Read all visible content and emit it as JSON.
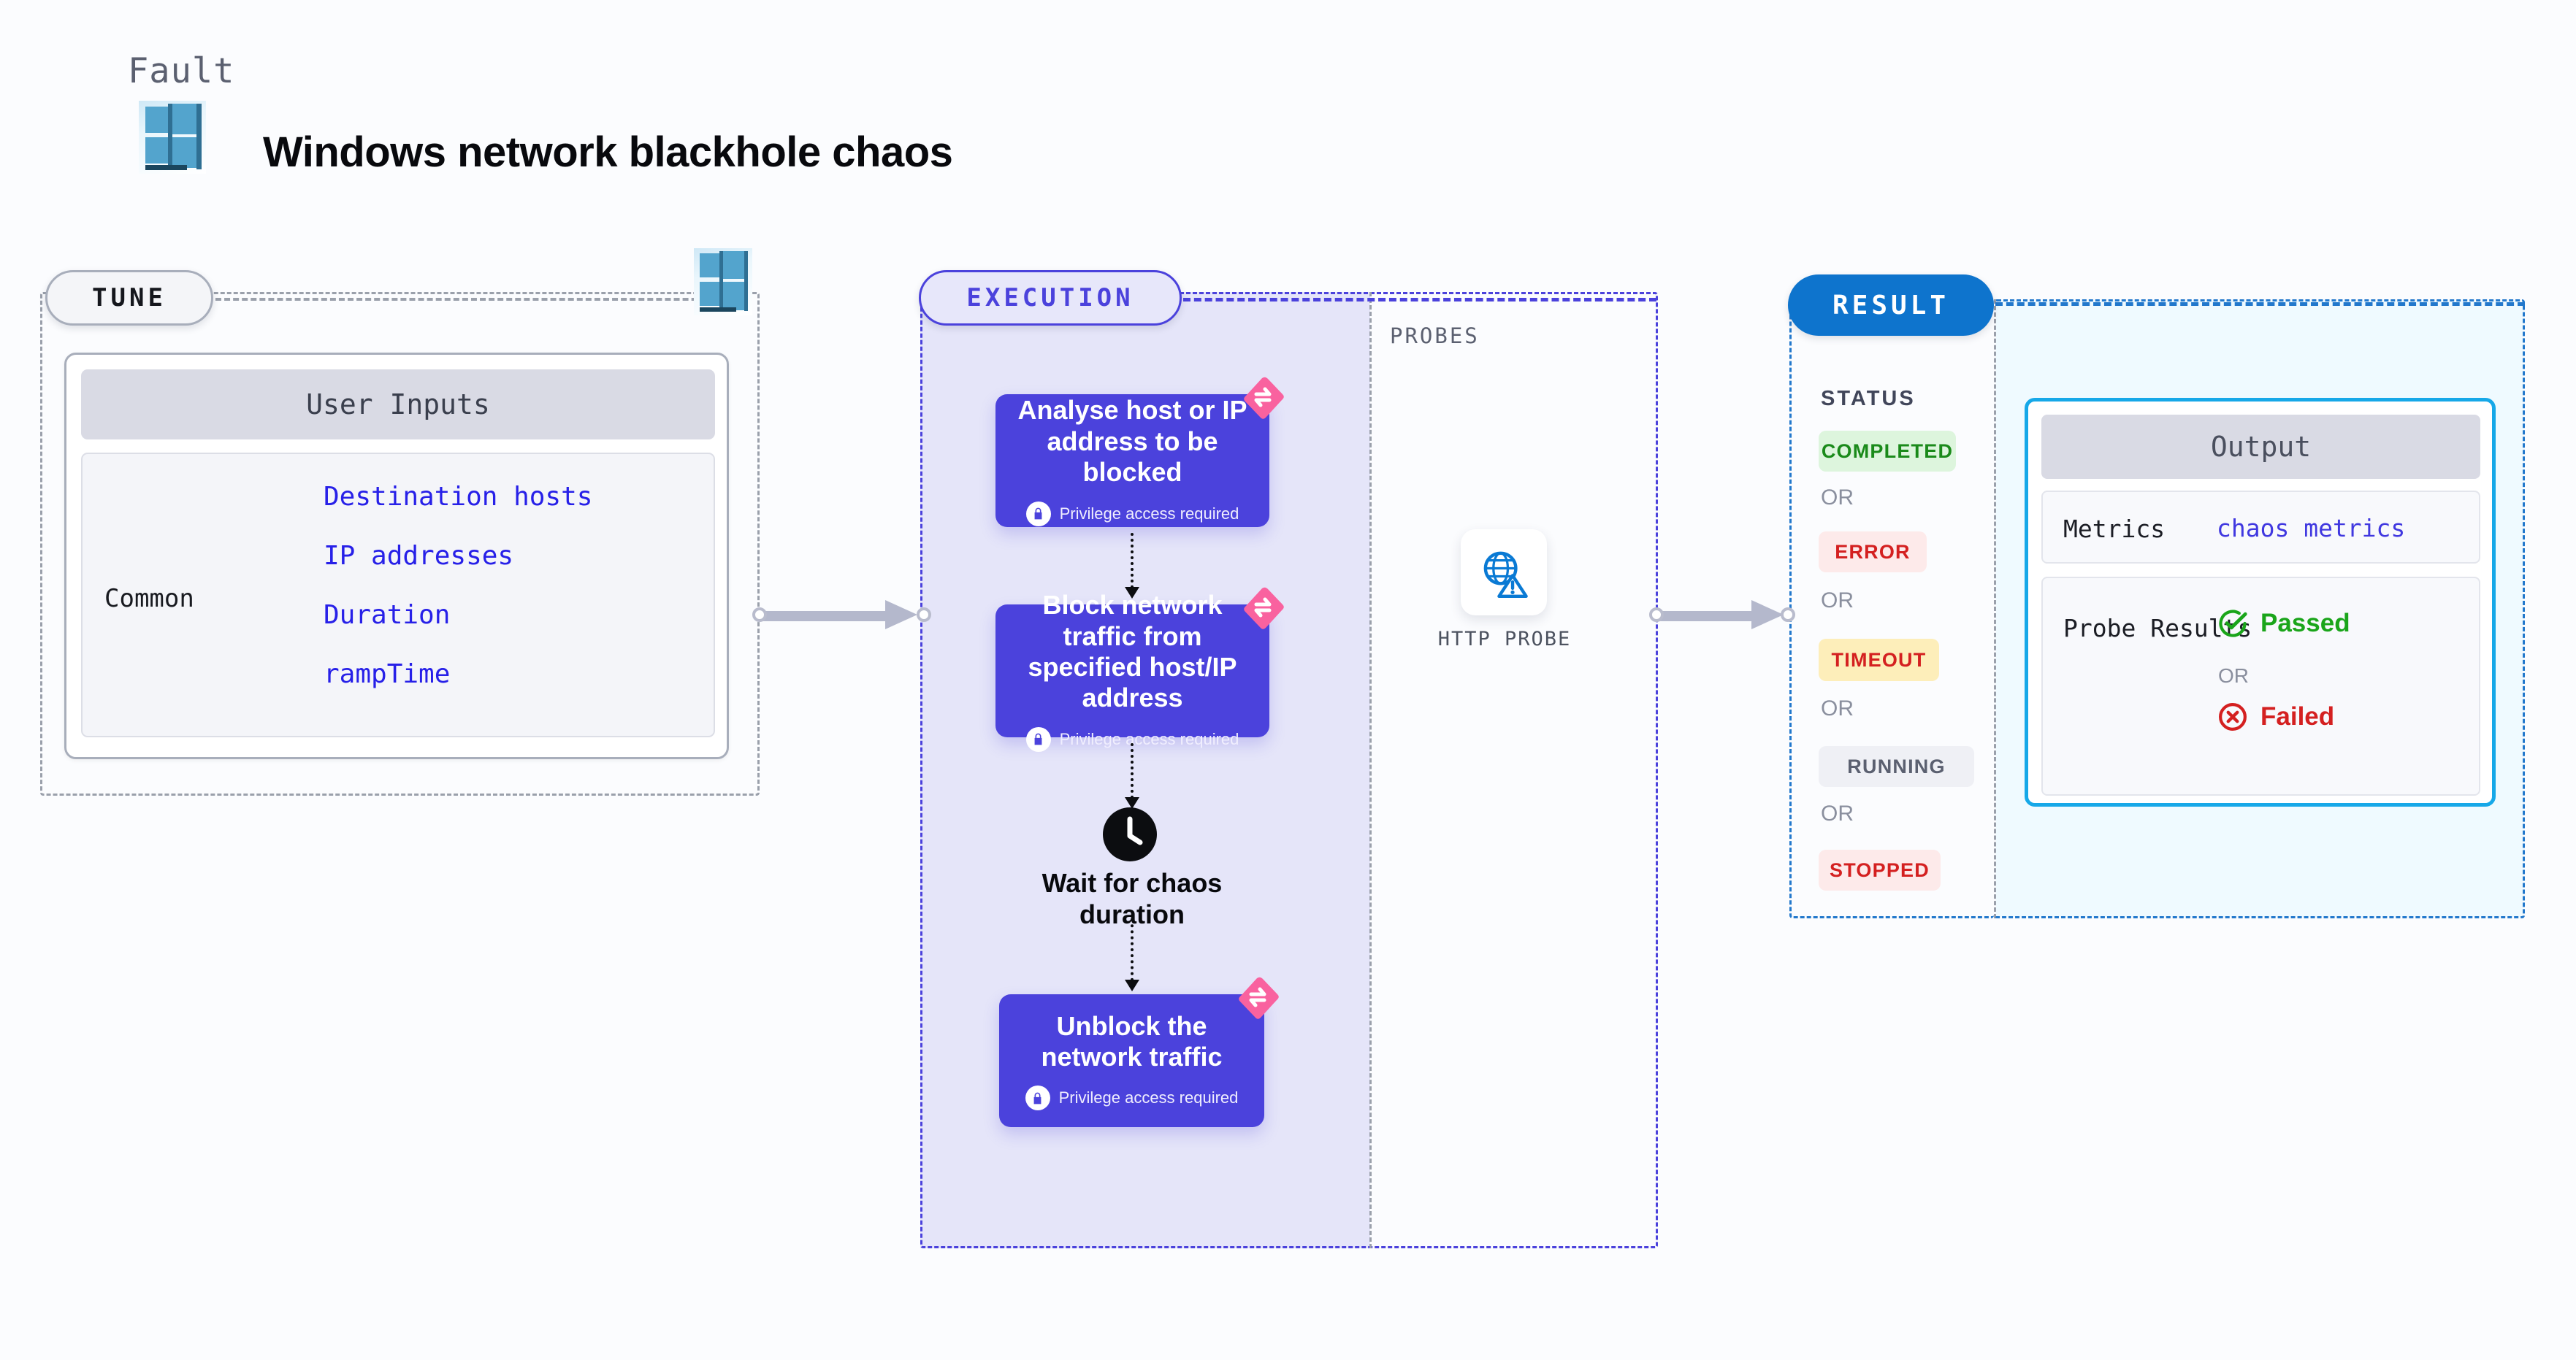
{
  "header": {
    "kicker": "Fault",
    "title": "Windows network blackhole chaos",
    "logo_icon": "windows-logo-icon"
  },
  "sections": {
    "tune": {
      "label": "TUNE"
    },
    "execution": {
      "label": "EXECUTION"
    },
    "probes": {
      "label": "PROBES"
    },
    "result": {
      "label": "RESULT"
    }
  },
  "tune": {
    "card_header": "User Inputs",
    "group_label": "Common",
    "inputs": [
      "Destination hosts",
      "IP addresses",
      "Duration",
      "rampTime"
    ]
  },
  "execution": {
    "privilege_note": "Privilege access required",
    "lock_icon": "lock-icon",
    "badge_icon": "litmus-corner-badge-icon",
    "cards": [
      {
        "title": "Analyse host or IP address to be blocked",
        "privileged": true
      },
      {
        "title": "Block network traffic from specified host/IP address",
        "privileged": true
      },
      {
        "title": "Unblock the network traffic",
        "privileged": true
      }
    ],
    "wait_node": {
      "icon": "clock-icon",
      "label": "Wait for chaos duration"
    }
  },
  "probes": {
    "items": [
      {
        "caption": "HTTP PROBE",
        "icon": "globe-warning-icon"
      }
    ]
  },
  "result": {
    "status_label": "STATUS",
    "or_label": "OR",
    "statuses": [
      {
        "label": "COMPLETED",
        "color": "#1a8a1a",
        "bg": "#ddf5dd"
      },
      {
        "label": "ERROR",
        "color": "#d42020",
        "bg": "#fdeaea"
      },
      {
        "label": "TIMEOUT",
        "color": "#d42020",
        "bg": "#fdeeba"
      },
      {
        "label": "RUNNING",
        "color": "#5b6070",
        "bg": "#eff0f5"
      },
      {
        "label": "STOPPED",
        "color": "#d42020",
        "bg": "#fdeaea"
      }
    ],
    "output": {
      "header": "Output",
      "metrics_key": "Metrics",
      "metrics_value": "chaos metrics",
      "probe_results_key": "Probe Results",
      "or_label": "OR",
      "passed": {
        "label": "Passed",
        "color": "#1aa51a",
        "icon": "check-circle-icon"
      },
      "failed": {
        "label": "Failed",
        "color": "#d42020",
        "icon": "x-circle-icon"
      }
    }
  },
  "colors": {
    "execution_purple": "#4B42DC",
    "execution_bg": "#E5E5F9",
    "result_blue": "#0e74cd",
    "output_border": "#16a8e8",
    "output_bg": "#effaff",
    "badge_pink": "#f9629f"
  }
}
